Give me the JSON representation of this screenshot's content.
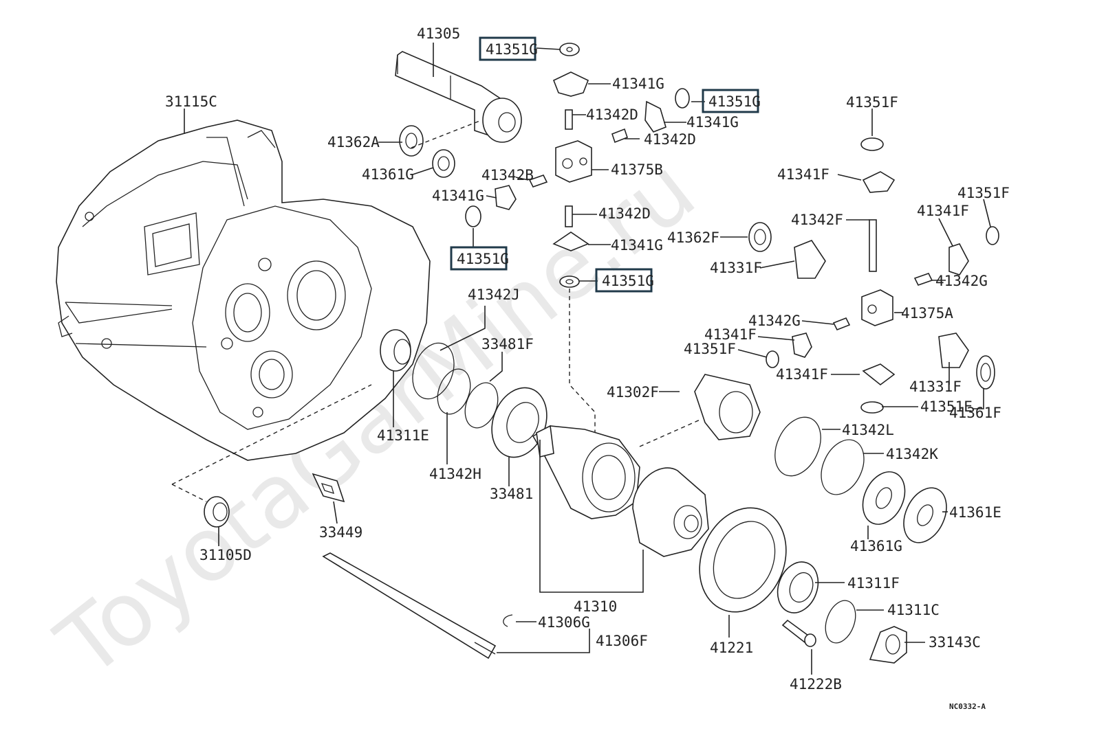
{
  "watermark": "ToyotaGarMine.ru",
  "diagram_code": "NC0332-A",
  "highlight_color": "#203a4a",
  "highlighted_labels": [
    "41351G",
    "41351G",
    "41351G",
    "41351G"
  ],
  "labels": {
    "l41305": "41305",
    "l41351g_a": "41351G",
    "l41341g_a": "41341G",
    "l41351g_b": "41351G",
    "l31115c": "31115C",
    "l41342d_a": "41342D",
    "l41341g_b": "41341G",
    "l41362a": "41362A",
    "l41342d_b": "41342D",
    "l41351f_a": "41351F",
    "l41361g_a": "41361G",
    "l41375b": "41375B",
    "l41342b": "41342B",
    "l41341f_a": "41341F",
    "l41351f_b": "41351F",
    "l41341g_c": "41341G",
    "l41342d_c": "41342D",
    "l41341f_b": "41341F",
    "l41342f": "41342F",
    "l41362f": "41362F",
    "l41351g_c": "41351G",
    "l41341g_d": "41341G",
    "l41331f_a": "41331F",
    "l41351g_d": "41351G",
    "l41342g_a": "41342G",
    "l41342j": "41342J",
    "l41375a": "41375A",
    "l41342g_b": "41342G",
    "l41341f_c": "41341F",
    "l33481f": "33481F",
    "l41351f_c": "41351F",
    "l41341f_d": "41341F",
    "l41331f_b": "41331F",
    "l41302f": "41302F",
    "l41351e": "41351E",
    "l41361f": "41361F",
    "l41311e": "41311E",
    "l41342l": "41342L",
    "l41342h": "41342H",
    "l41342k": "41342K",
    "l33481": "33481",
    "l41361e": "41361E",
    "l41361g_b": "41361G",
    "l33449": "33449",
    "l31105d": "31105D",
    "l41311f": "41311F",
    "l41310": "41310",
    "l41311c": "41311C",
    "l41306g": "41306G",
    "l41306f": "41306F",
    "l33143c": "33143C",
    "l41221": "41221",
    "l41222b": "41222B"
  }
}
